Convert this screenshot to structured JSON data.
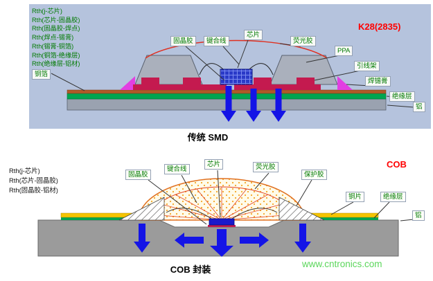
{
  "top": {
    "rth_labels": [
      "Rth(j-芯片)",
      "Rth(芯片-固晶胶)",
      "Rth(固晶胶-焊点)",
      "Rth(焊点-锡膏)",
      "Rth(锡膏-铜箔)",
      "Rth(铜箔-绝缘层)",
      "Rth(绝缘层-铝材)"
    ],
    "labels": {
      "copper_foil": "铜箔",
      "die_attach": "固晶胶",
      "bond_wire": "键合线",
      "chip": "芯片",
      "phosphor": "荧光胶",
      "model": "K28(2835)",
      "ppa": "PPA",
      "lead_frame": "引线架",
      "solder_paste": "焊锡膏",
      "insulation": "绝缘层",
      "aluminum": "铝"
    },
    "caption": "传统 SMD"
  },
  "bottom": {
    "rth_labels": [
      "Rth(j-芯片)",
      "Rth(芯片-固晶胶)",
      "Rth(固晶胶-铝材)"
    ],
    "labels": {
      "die_attach": "固晶胶",
      "bond_wire": "键合线",
      "chip": "芯片",
      "phosphor": "荧光胶",
      "protect_glue": "保护胶",
      "copper_sheet": "铜片",
      "insulation": "绝缘层",
      "aluminum": "铝",
      "model": "COB"
    },
    "caption": "COB 封装",
    "watermark": "www.cntronics.com"
  },
  "colors": {
    "panel_bg": "#b5c3dd",
    "label_green": "#007a00",
    "accent_red": "#ff0000",
    "arrow_blue": "#1414e6",
    "insulation_green": "#00a550",
    "copper_yellow": "#f5c400",
    "lead_frame_crimson": "#c41a4f",
    "solder_magenta": "#e23fe2",
    "aluminum_gray": "#9b9b9b",
    "watermark_green": "#5ad65a"
  }
}
